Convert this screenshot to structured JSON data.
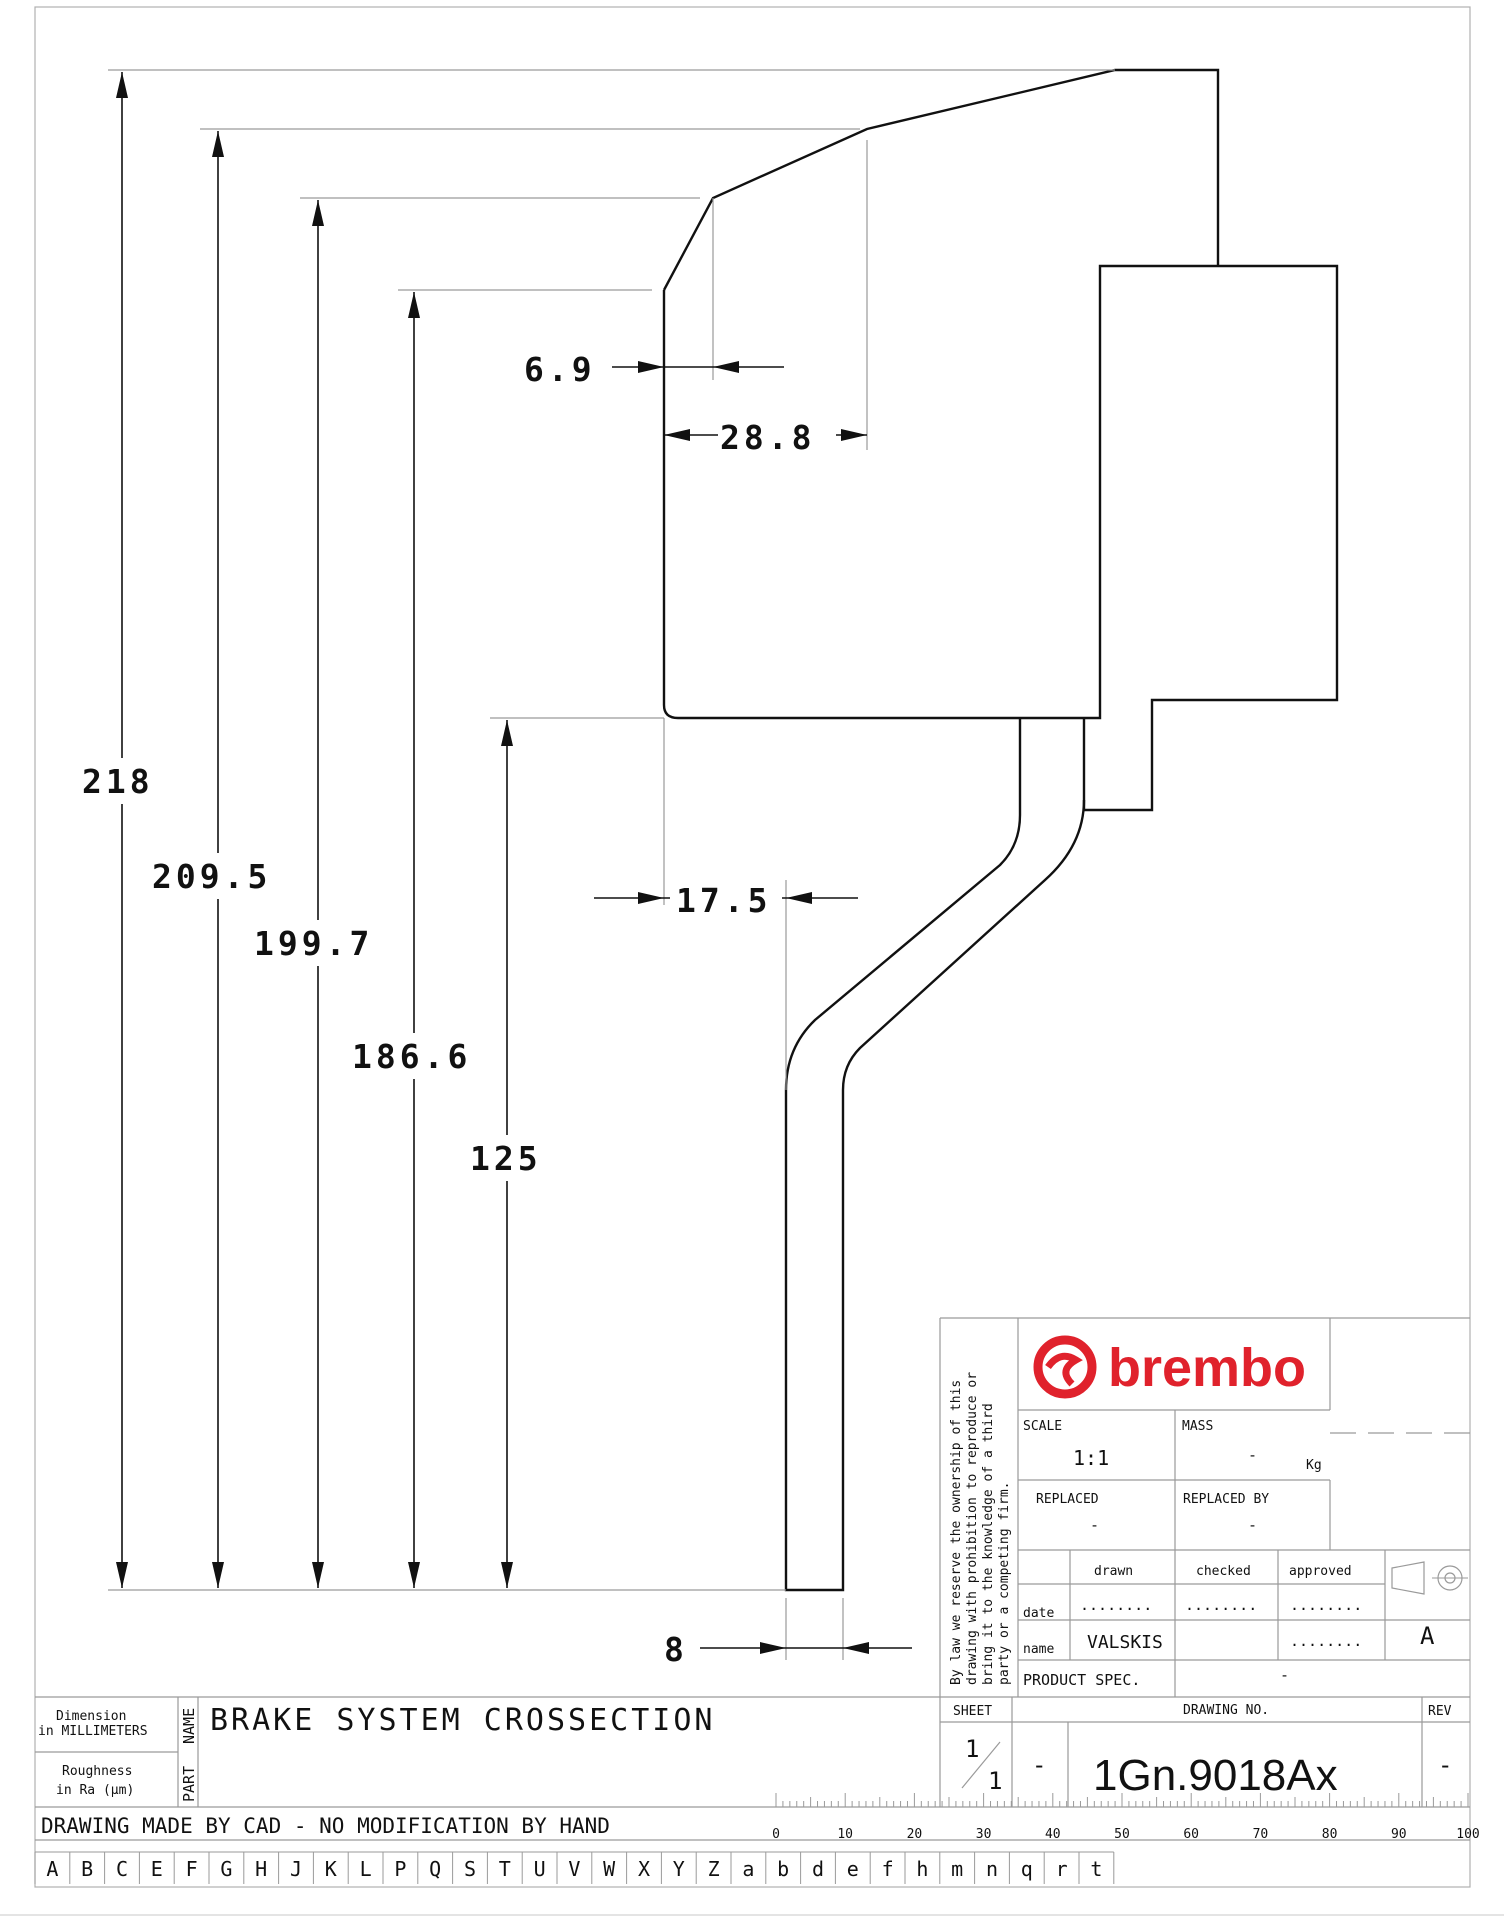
{
  "drawing": {
    "dimensions": {
      "d218": "218",
      "d209_5": "209.5",
      "d199_7": "199.7",
      "d186_6": "186.6",
      "d125": "125",
      "d6_9": "6.9",
      "d28_8": "28.8",
      "d17_5": "17.5",
      "d8": "8"
    }
  },
  "title_block": {
    "brand": "brembo",
    "legal": [
      "By law we reserve the ownership of this",
      "drawing with prohibition to reproduce or",
      "bring it to the knowledge of a third",
      "party or a competing firm."
    ],
    "scale_label": "SCALE",
    "scale_value": "1:1",
    "mass_label": "MASS",
    "mass_value": "-",
    "mass_unit": "Kg",
    "replaced_label": "REPLACED",
    "replaced_value": "-",
    "replaced_by_label": "REPLACED BY",
    "replaced_by_value": "-",
    "drawn_label": "drawn",
    "checked_label": "checked",
    "approved_label": "approved",
    "date_label": "date",
    "name_label": "name",
    "dots": "........",
    "drawn_name": "VALSKIS",
    "product_spec_label": "PRODUCT SPEC.",
    "product_spec_value": "-",
    "projection_letter": "A",
    "sheet_label": "SHEET",
    "sheet_num": "1",
    "sheet_total": "1",
    "sheet_dash": "-",
    "drawing_no_label": "DRAWING NO.",
    "drawing_no": "1Gn.9018Ax",
    "rev_label": "REV",
    "rev_value": "-",
    "dimension_label_1": "Dimension",
    "dimension_label_2": "in MILLIMETERS",
    "roughness_label_1": "Roughness",
    "roughness_label_2": "in Ra (µm)",
    "part_label": "PART",
    "name_vert_label": "NAME",
    "part_name": "BRAKE SYSTEM CROSSECTION",
    "cad_note": "DRAWING MADE BY CAD - NO MODIFICATION BY HAND",
    "ruler_labels": [
      "0",
      "10",
      "20",
      "30",
      "40",
      "50",
      "60",
      "70",
      "80",
      "90",
      "100"
    ],
    "grid_letters": [
      "A",
      "B",
      "C",
      "E",
      "F",
      "G",
      "H",
      "J",
      "K",
      "L",
      "P",
      "Q",
      "S",
      "T",
      "U",
      "V",
      "W",
      "X",
      "Y",
      "Z",
      "a",
      "b",
      "d",
      "e",
      "f",
      "h",
      "m",
      "n",
      "q",
      "r",
      "t"
    ]
  }
}
